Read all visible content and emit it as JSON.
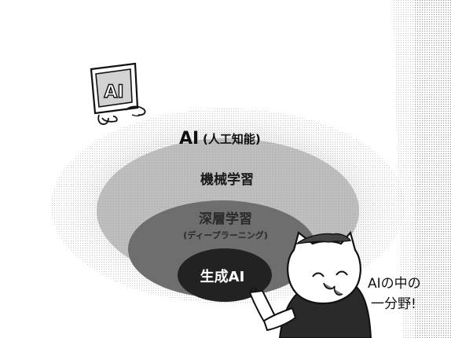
{
  "diagram": {
    "outer_label": "AI",
    "outer_sublabel": "(人工知能)",
    "ring2_label": "機械学習",
    "ring3_label": "深層学習",
    "ring3_sublabel": "(ディープラーニング)",
    "core_label": "生成AI"
  },
  "mascot": {
    "sign_text": "AI"
  },
  "speech": {
    "line1": "AIの中の",
    "line2": "一分野!"
  }
}
